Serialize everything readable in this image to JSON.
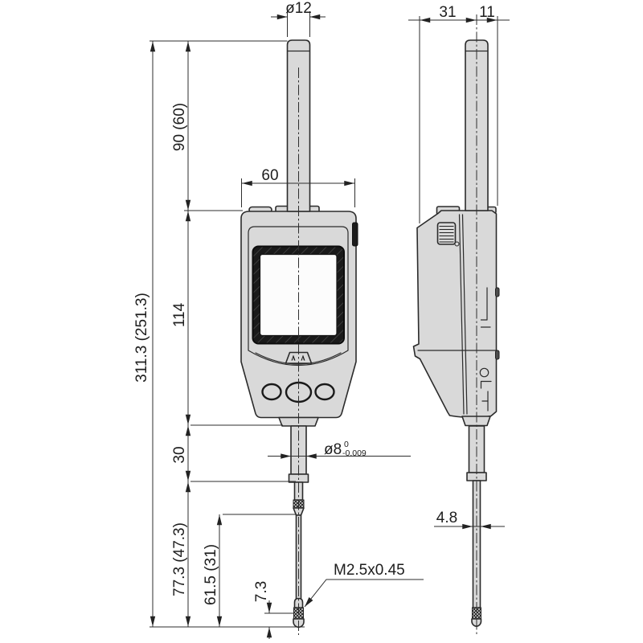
{
  "drawing": {
    "title": "digital-indicator-dimensional-drawing",
    "views": [
      "front-view",
      "side-view"
    ],
    "labels": {
      "spindle_top_diameter": "ø12",
      "side_depth_front": "31",
      "side_depth_back": "11",
      "body_width": "60",
      "upper_length": "90 (60)",
      "overall_length": "311.3 (251.3)",
      "body_height": "114",
      "stem_length": "30",
      "lower_length": "77.3 (47.3)",
      "spindle_lower_length": "61.5 (31)",
      "contact_point_length": "7.3",
      "stem_diameter": "ø8",
      "stem_tolerance_upper": "0",
      "stem_tolerance_lower": "-0.009",
      "contact_thread_spec": "M2.5x0.45",
      "spindle_rod_diameter": "4.8"
    },
    "colors": {
      "body_fill": "#d9d9d9",
      "outline": "#2b2b2b",
      "display_bezel": "#1a1a1a",
      "screen": "#fcfcfc",
      "dimension_lines": "#2e2e2e",
      "background": "#ffffff"
    }
  }
}
